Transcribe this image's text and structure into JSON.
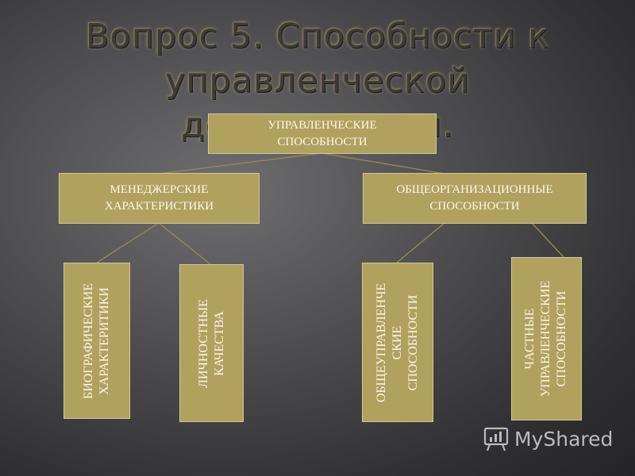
{
  "slide": {
    "title_line1": "Вопрос 5. Способности к",
    "title_line2": "управленческой деятельности."
  },
  "diagram": {
    "root": "УПРАВЛЕНЧЕСКИЕ\nСПОСОБНОСТИ",
    "branches": [
      {
        "label": "МЕНЕДЖЕРСКИЕ\nХАРАКТЕРИСТИКИ",
        "children": [
          "БИОГРАФИЧЕСКИЕ\nХАРАКТЕРИТИКИ",
          "ЛИЧНОСТНЫЕ\nКАЧЕСТВА"
        ]
      },
      {
        "label": "ОБЩЕОРГАНИЗАЦИОННЫЕ\nСПОСОБНОСТИ",
        "children": [
          "ОБЩЕУПРАВЛЕНЧЕ\nСКИЕ\nСПОСОБНОСТИ",
          "ЧАСТНЫЕ\nУПРАВЛЕНЧЕСКИЕ\nСПОСОБНОСТИ"
        ]
      }
    ],
    "colors": {
      "box_fill": "#b1a15e",
      "box_text": "#fbf8ea",
      "connector": "#9a8a50"
    }
  },
  "watermark": {
    "text": "MyShared"
  }
}
